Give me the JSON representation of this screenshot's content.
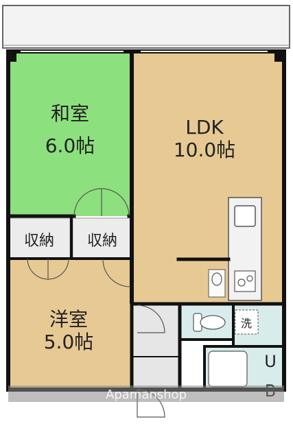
{
  "rooms": {
    "washitsu": {
      "name": "和室",
      "size": "6.0帖",
      "color": "#8de07e"
    },
    "ldk": {
      "name": "LDK",
      "size": "10.0帖",
      "color": "#e7c994"
    },
    "youshitsu": {
      "name": "洋室",
      "size": "5.0帖",
      "color": "#e7c994"
    }
  },
  "closets": {
    "left": "収納",
    "right": "収納"
  },
  "wash_label": "洗",
  "ub": {
    "u": "U",
    "b": "B"
  },
  "watermark": "Apamanshop",
  "colors": {
    "wall": "#111111",
    "balcony": "#f3f3f3",
    "closet": "#ececec",
    "wet_area": "#d8ecec",
    "hall": "#e6e6e6"
  }
}
